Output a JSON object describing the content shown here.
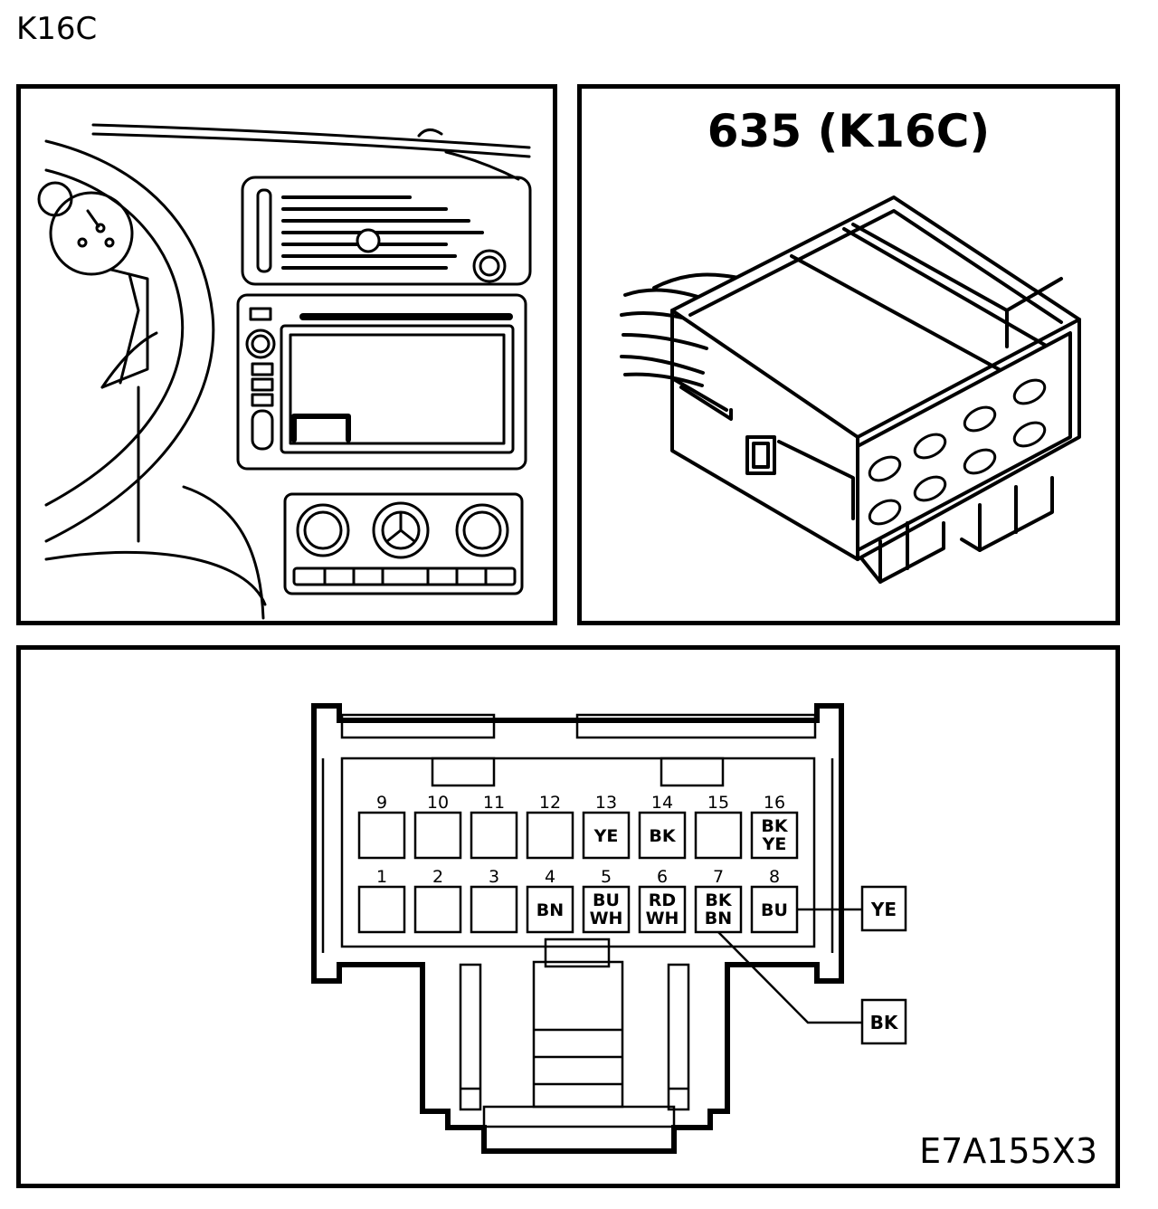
{
  "page": {
    "label": "K16C"
  },
  "connector": {
    "title": "635 (K16C)",
    "figure_id": "E7A155X3"
  },
  "pins": [
    {
      "num": "1",
      "wire": []
    },
    {
      "num": "2",
      "wire": []
    },
    {
      "num": "3",
      "wire": []
    },
    {
      "num": "4",
      "wire": [
        "BN"
      ]
    },
    {
      "num": "5",
      "wire": [
        "BU",
        "WH"
      ]
    },
    {
      "num": "6",
      "wire": [
        "RD",
        "WH"
      ]
    },
    {
      "num": "7",
      "wire": [
        "BK",
        "BN"
      ]
    },
    {
      "num": "8",
      "wire": [
        "BU"
      ]
    },
    {
      "num": "9",
      "wire": []
    },
    {
      "num": "10",
      "wire": []
    },
    {
      "num": "11",
      "wire": []
    },
    {
      "num": "12",
      "wire": []
    },
    {
      "num": "13",
      "wire": [
        "YE"
      ]
    },
    {
      "num": "14",
      "wire": [
        "BK"
      ]
    },
    {
      "num": "15",
      "wire": []
    },
    {
      "num": "16",
      "wire": [
        "BK",
        "YE"
      ]
    }
  ],
  "external_wires": [
    {
      "label": "YE",
      "from_pin": "8"
    },
    {
      "label": "BK",
      "from_pin": "7"
    }
  ]
}
